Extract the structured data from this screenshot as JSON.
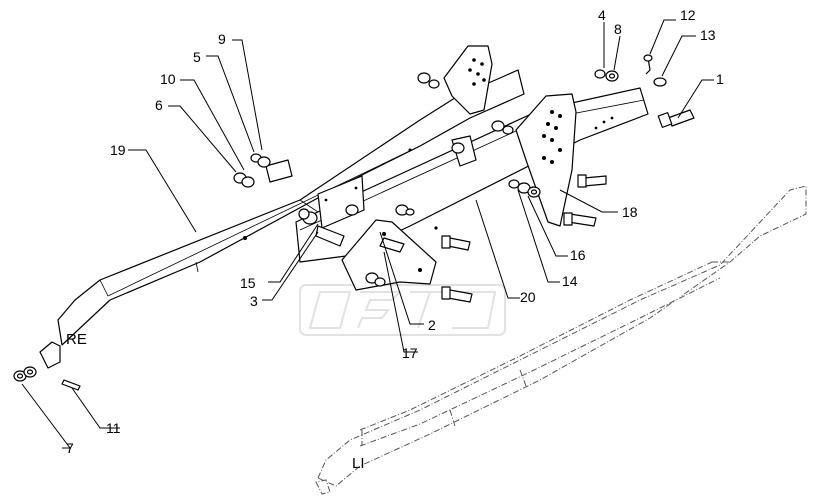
{
  "callouts": [
    {
      "id": "c1",
      "label": "1"
    },
    {
      "id": "c2",
      "label": "2"
    },
    {
      "id": "c3",
      "label": "3"
    },
    {
      "id": "c4",
      "label": "4"
    },
    {
      "id": "c5",
      "label": "5"
    },
    {
      "id": "c6",
      "label": "6"
    },
    {
      "id": "c7",
      "label": "7"
    },
    {
      "id": "c8",
      "label": "8"
    },
    {
      "id": "c9",
      "label": "9"
    },
    {
      "id": "c10",
      "label": "10"
    },
    {
      "id": "c11",
      "label": "11"
    },
    {
      "id": "c12",
      "label": "12"
    },
    {
      "id": "c13",
      "label": "13"
    },
    {
      "id": "c14",
      "label": "14"
    },
    {
      "id": "c15",
      "label": "15"
    },
    {
      "id": "c16",
      "label": "16"
    },
    {
      "id": "c17",
      "label": "17"
    },
    {
      "id": "c18",
      "label": "18"
    },
    {
      "id": "c19",
      "label": "19"
    },
    {
      "id": "c20",
      "label": "20"
    }
  ],
  "side_labels": {
    "right": "RE",
    "left": "LI"
  }
}
